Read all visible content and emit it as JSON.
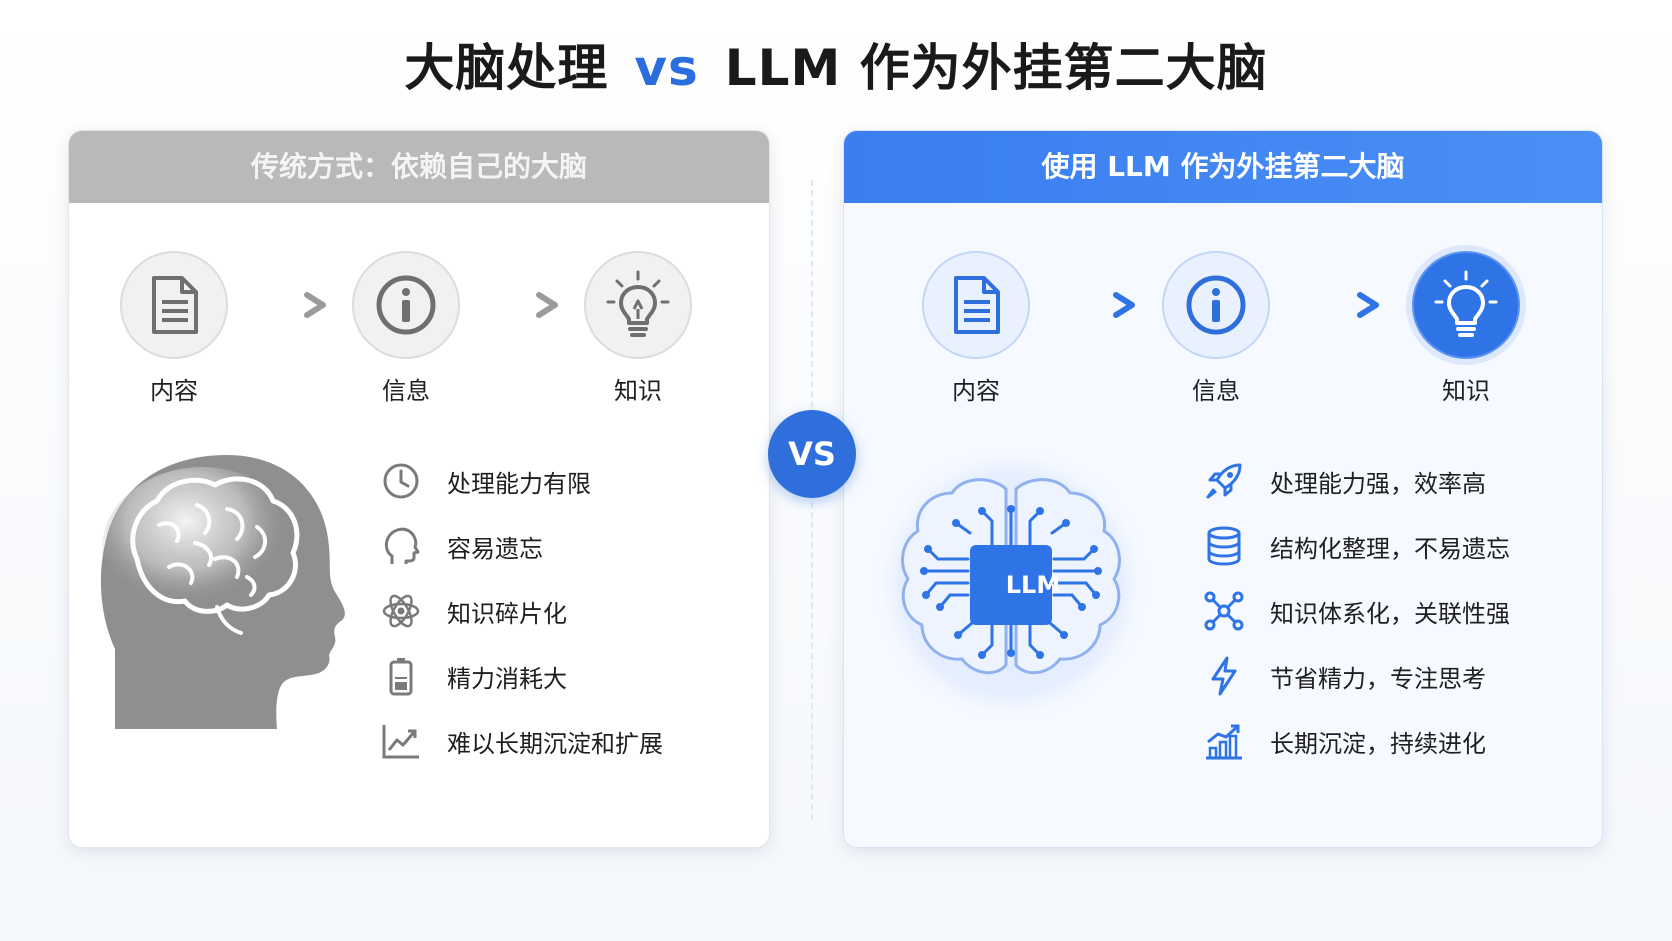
{
  "title": {
    "left": "大脑处理",
    "vs": "vs",
    "right": "LLM 作为外挂第二大脑"
  },
  "vs_badge": "VS",
  "left_panel": {
    "header": "传统方式：依赖自己的大脑",
    "flow": [
      {
        "label": "内容",
        "icon": "document-icon"
      },
      {
        "label": "信息",
        "icon": "info-icon"
      },
      {
        "label": "知识",
        "icon": "lightbulb-icon"
      }
    ],
    "illustration": "human-head-brain",
    "features": [
      {
        "text": "处理能力有限",
        "icon": "clock-icon"
      },
      {
        "text": "容易遗忘",
        "icon": "head-outline-icon"
      },
      {
        "text": "知识碎片化",
        "icon": "atom-icon"
      },
      {
        "text": "精力消耗大",
        "icon": "battery-low-icon"
      },
      {
        "text": "难以长期沉淀和扩展",
        "icon": "trend-chart-icon"
      }
    ]
  },
  "right_panel": {
    "header": "使用 LLM 作为外挂第二大脑",
    "flow": [
      {
        "label": "内容",
        "icon": "document-icon"
      },
      {
        "label": "信息",
        "icon": "info-icon"
      },
      {
        "label": "知识",
        "icon": "lightbulb-icon"
      }
    ],
    "chip_label": "LLM",
    "features": [
      {
        "text": "处理能力强，效率高",
        "icon": "rocket-icon"
      },
      {
        "text": "结构化整理，不易遗忘",
        "icon": "database-icon"
      },
      {
        "text": "知识体系化，关联性强",
        "icon": "network-icon"
      },
      {
        "text": "节省精力，专注思考",
        "icon": "lightning-icon"
      },
      {
        "text": "长期沉淀，持续进化",
        "icon": "growth-chart-icon"
      }
    ]
  },
  "colors": {
    "accent": "#2f74e6",
    "gray": "#8a8a8a",
    "gray_header": "#b9b9b9"
  }
}
